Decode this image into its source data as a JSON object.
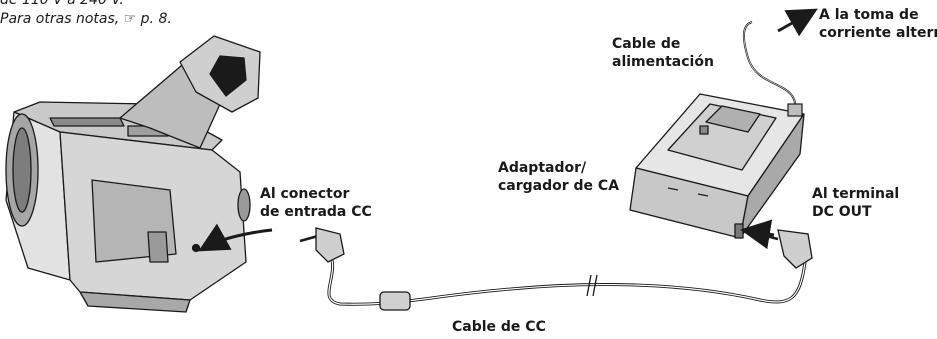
{
  "intro": {
    "line1": "de 110 V a 240 V.",
    "line2_prefix": "Para otras notas,",
    "ref_symbol": "☞",
    "line2_page": "p. 8."
  },
  "labels": {
    "ac_outlet": [
      "A la toma de",
      "corriente alterna"
    ],
    "power_cord": [
      "Cable de",
      "alimentación"
    ],
    "adapter": [
      "Adaptador/",
      "cargador de CA"
    ],
    "dc_input": [
      "Al conector",
      "de entrada CC"
    ],
    "dc_out_terminal": [
      "Al terminal",
      "DC OUT"
    ],
    "dc_cable": "Cable de CC"
  },
  "colors": {
    "line": "#1a1a1a",
    "body_light": "#d9d9d9",
    "body_mid": "#b8b8b8",
    "body_dark": "#8c8c8c"
  }
}
